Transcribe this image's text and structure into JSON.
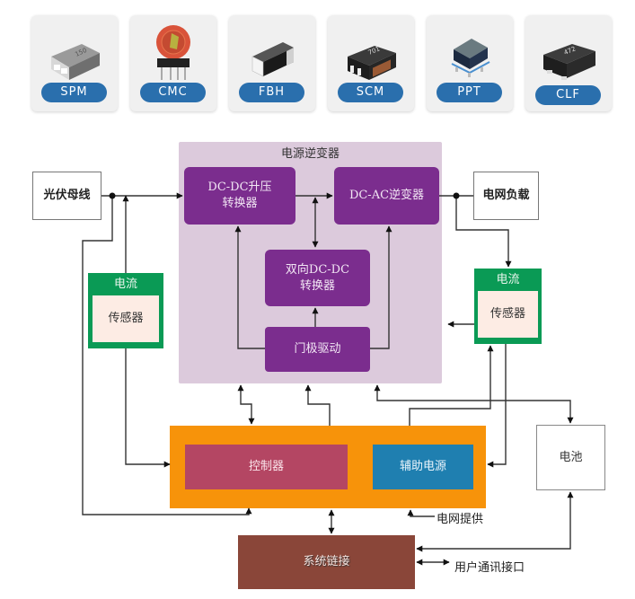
{
  "products": [
    {
      "label": "SPM",
      "icon": "spm-inductor-icon",
      "marking": "150"
    },
    {
      "label": "CMC",
      "icon": "cmc-toroid-icon",
      "marking": ""
    },
    {
      "label": "FBH",
      "icon": "fbh-bead-icon",
      "marking": ""
    },
    {
      "label": "SCM",
      "icon": "scm-choke-icon",
      "marking": "701"
    },
    {
      "label": "PPT",
      "icon": "ppt-transformer-icon",
      "marking": ""
    },
    {
      "label": "CLF",
      "icon": "clf-filter-icon",
      "marking": "472"
    }
  ],
  "diagram": {
    "inverter_group_title": "电源逆变器",
    "pv_bus": "光伏母线",
    "grid_load": "电网负载",
    "dcdc_boost_line1": "DC-DC升压",
    "dcdc_boost_line2": "转换器",
    "dcac_inverter": "DC-AC逆变器",
    "bidir_dcdc_line1": "双向DC-DC",
    "bidir_dcdc_line2": "转换器",
    "gate_driver": "门极驱动",
    "sensor_left_title": "电流",
    "sensor_left_body": "传感器",
    "sensor_right_title": "电流",
    "sensor_right_body": "传感器",
    "controller": "控制器",
    "aux_power": "辅助电源",
    "battery": "电池",
    "system_link": "系统链接",
    "grid_supply": "电网提供",
    "user_comm": "用户通讯接口"
  },
  "colors": {
    "inverter_bg": "#dccadc",
    "purple_block": "#7b2d8e",
    "sensor_green": "#0a9a55",
    "sensor_body": "#fdece4",
    "controller_orange": "#f7930a",
    "controller_red": "#b44663",
    "aux_blue": "#1f7fb0",
    "system_brown": "#8a4639",
    "pill_blue": "#2a6fad"
  }
}
